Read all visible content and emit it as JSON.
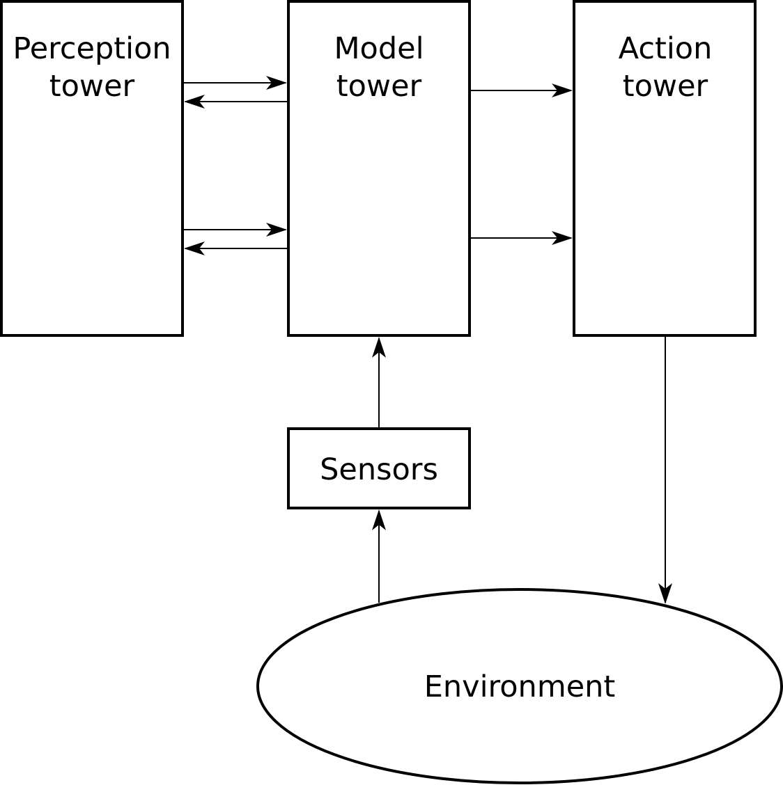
{
  "nodes": {
    "perception_tower": {
      "line1": "Perception",
      "line2": "tower"
    },
    "model_tower": {
      "line1": "Model",
      "line2": "tower"
    },
    "action_tower": {
      "line1": "Action",
      "line2": "tower"
    },
    "sensors": {
      "label": "Sensors"
    },
    "environment": {
      "label": "Environment"
    }
  },
  "edges": [
    {
      "from": "perception_tower",
      "to": "model_tower"
    },
    {
      "from": "model_tower",
      "to": "perception_tower"
    },
    {
      "from": "perception_tower",
      "to": "model_tower"
    },
    {
      "from": "model_tower",
      "to": "perception_tower"
    },
    {
      "from": "model_tower",
      "to": "action_tower"
    },
    {
      "from": "model_tower",
      "to": "action_tower"
    },
    {
      "from": "sensors",
      "to": "model_tower"
    },
    {
      "from": "environment",
      "to": "sensors"
    },
    {
      "from": "action_tower",
      "to": "environment"
    }
  ]
}
